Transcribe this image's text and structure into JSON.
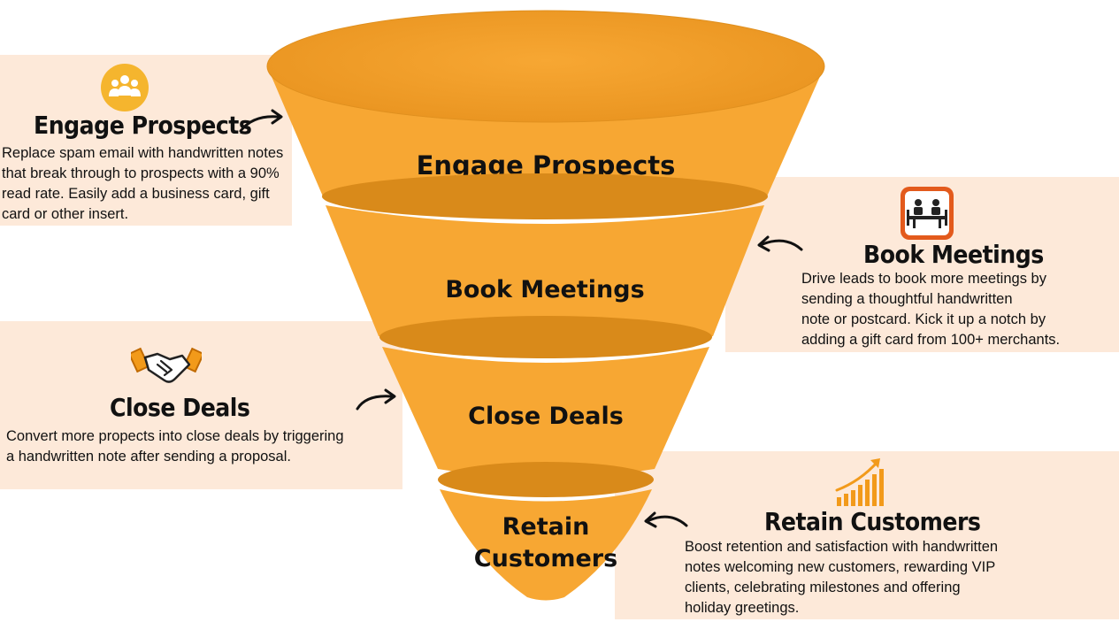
{
  "colors": {
    "funnel": "#f7a733",
    "funnel_shadow": "#d98a1a",
    "funnel_edge": "#e0901f",
    "band": "#fde9d9",
    "icon_orange": "#f29a1a",
    "icon_frame": "#e35a1c"
  },
  "funnel": {
    "stages": [
      {
        "label": "Engage Prospects"
      },
      {
        "label": "Book Meetings"
      },
      {
        "label": "Close Deals"
      },
      {
        "label_line1": "Retain",
        "label_line2": "Customers"
      }
    ]
  },
  "panels": {
    "engage": {
      "icon": "people-group-icon",
      "title": "Engage Prospects",
      "desc_lines": [
        "Replace spam email with handwritten notes",
        "that break through to prospects with a 90%",
        "read rate. Easily add a business card, gift",
        "card or other insert."
      ]
    },
    "book": {
      "icon": "meeting-table-icon",
      "title": "Book Meetings",
      "desc_lines": [
        "Drive leads to book more meetings by",
        "sending a thoughtful handwritten",
        "note or postcard. Kick it up a notch by",
        "adding a gift card from 100+ merchants."
      ]
    },
    "close": {
      "icon": "handshake-icon",
      "title": "Close Deals",
      "desc_lines": [
        "Convert more propects into close deals by triggering",
        "a handwritten note after sending a proposal."
      ]
    },
    "retain": {
      "icon": "growth-chart-icon",
      "title": "Retain Customers",
      "desc_lines": [
        "Boost retention and satisfaction with handwritten",
        "notes welcoming new customers, rewarding VIP",
        "clients, celebrating milestones and offering",
        "holiday greetings."
      ]
    }
  }
}
